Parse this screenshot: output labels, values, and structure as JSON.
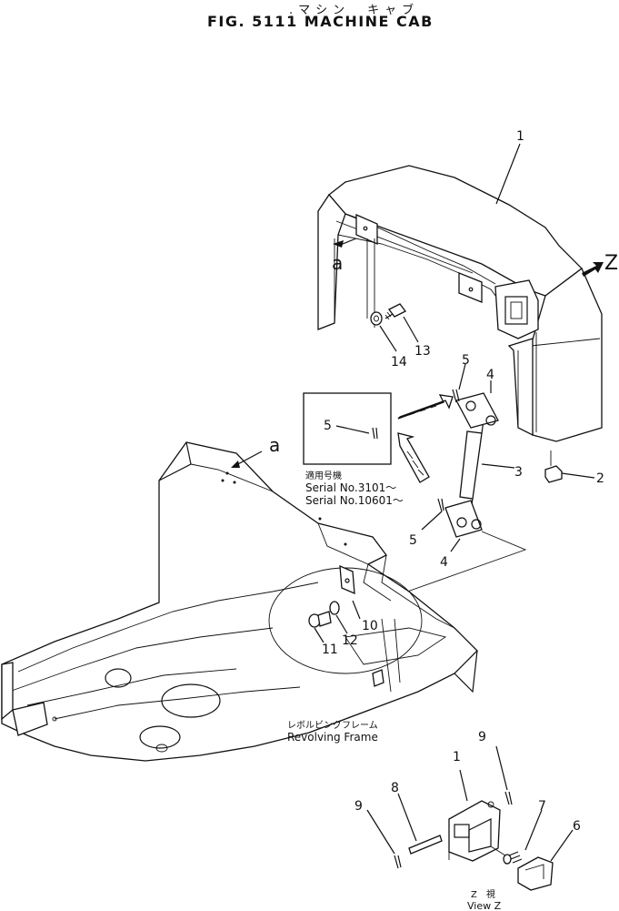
{
  "figure": {
    "title_jp": ".マシン　キャブ",
    "title_en": "FIG. 5111  MACHINE CAB"
  },
  "view_marker": "Z",
  "ref_letter": "a",
  "part_numbers": [
    "1",
    "2",
    "3",
    "4",
    "5",
    "6",
    "7",
    "8",
    "9",
    "10",
    "11",
    "12",
    "13",
    "14"
  ],
  "inset": {
    "part": "5",
    "note_jp": "適用号機",
    "serials": [
      "Serial No.3101～",
      "Serial No.10601～"
    ]
  },
  "frame_label": {
    "jp": "レボルビングフレーム",
    "en": "Revolving  Frame"
  },
  "view_label": {
    "jp": "Z　視",
    "en": "View Z"
  }
}
